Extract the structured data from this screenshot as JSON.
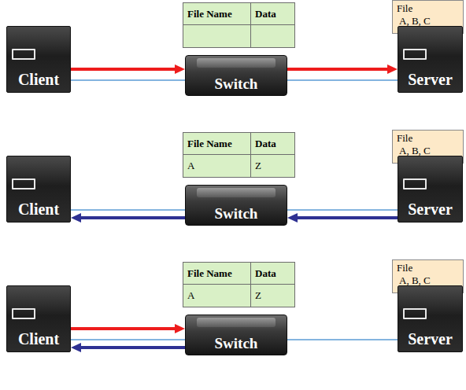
{
  "diagram": {
    "nodes": [
      {
        "text": [
          "File Name",
          "Data"
        ]
      },
      {
        "text": [
          "File",
          "A, B, C"
        ]
      },
      {
        "text": [
          "Client"
        ]
      },
      {
        "text": [
          "Switch"
        ]
      },
      {
        "text": [
          "Server"
        ]
      },
      {
        "text": [
          "File Name",
          "Data",
          "A",
          "Z"
        ]
      },
      {
        "text": [
          "File",
          "A, B, C"
        ]
      },
      {
        "text": [
          "Client"
        ]
      },
      {
        "text": [
          "Switch"
        ]
      },
      {
        "text": [
          "Server"
        ]
      },
      {
        "text": [
          "File Name",
          "Data",
          "A",
          "Z"
        ]
      },
      {
        "text": [
          "File",
          "A, B, C"
        ]
      },
      {
        "text": [
          "Client"
        ]
      },
      {
        "text": [
          "Switch"
        ]
      },
      {
        "text": [
          "Server"
        ]
      }
    ],
    "edges": [
      {
        "from": 2,
        "to": 3,
        "arrow": "to"
      },
      {
        "from": 3,
        "to": 4,
        "arrow": "to"
      },
      {
        "from": 2,
        "to": 3,
        "arrow": "none"
      },
      {
        "from": 3,
        "to": 4,
        "arrow": "none"
      },
      {
        "from": 7,
        "to": 8,
        "arrow": "none"
      },
      {
        "from": 8,
        "to": 9,
        "arrow": "none"
      },
      {
        "from": 9,
        "to": 8,
        "arrow": "to"
      },
      {
        "from": 8,
        "to": 7,
        "arrow": "to"
      },
      {
        "from": 12,
        "to": 13,
        "arrow": "none"
      },
      {
        "from": 13,
        "to": 14,
        "arrow": "none"
      },
      {
        "from": 12,
        "to": 13,
        "arrow": "to"
      },
      {
        "from": 13,
        "to": 12,
        "arrow": "to"
      }
    ]
  }
}
